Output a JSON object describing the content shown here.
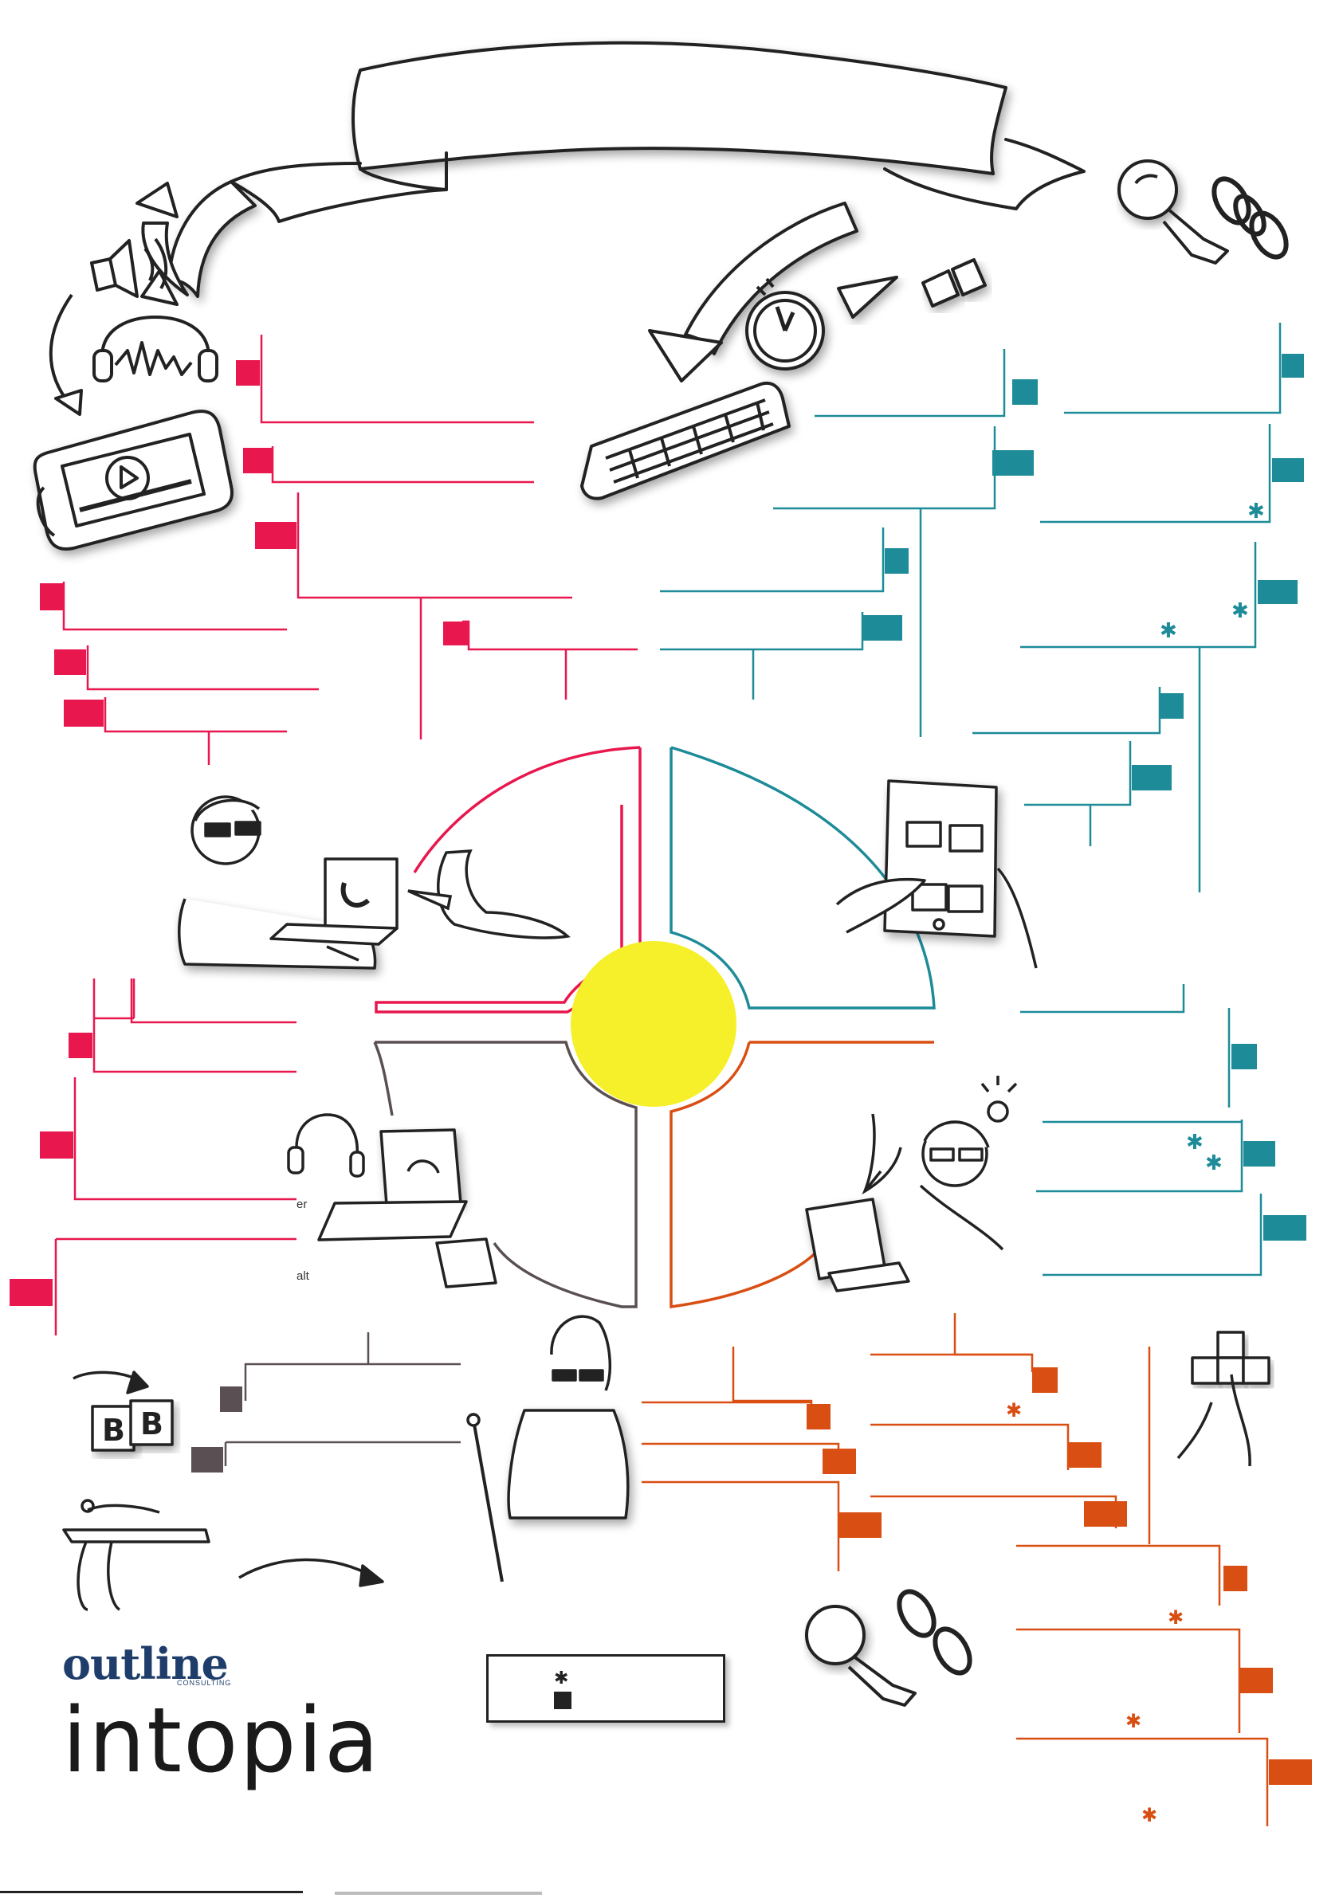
{
  "colors": {
    "perceivable": "#e8174e",
    "operable": "#1d8b98",
    "understandable": "#5a4f52",
    "robust": "#d94e12",
    "center": "#f5f02a",
    "ink": "#222222"
  },
  "fragments": {
    "left_er": "er",
    "left_alt": "alt"
  },
  "logos": {
    "outline": "outline",
    "outline_sub": "CONSULTING",
    "intopia": "intopia"
  },
  "legend": {
    "star_icon": "asterisk-icon",
    "square_icon": "square-icon"
  },
  "icons": [
    "banner-icon",
    "speaker-icon",
    "headphones-icon",
    "tablet-video-icon",
    "keyboard-icon",
    "stopwatch-icon",
    "play-icon",
    "pause-icon",
    "magnifier-icon",
    "link-icon",
    "blind-user-icon",
    "touch-tablet-icon",
    "headset-laptop-icon",
    "thinking-user-icon",
    "cane-user-icon",
    "letter-blocks-icon",
    "rollercoaster-icon",
    "arrow-keys-icon"
  ]
}
